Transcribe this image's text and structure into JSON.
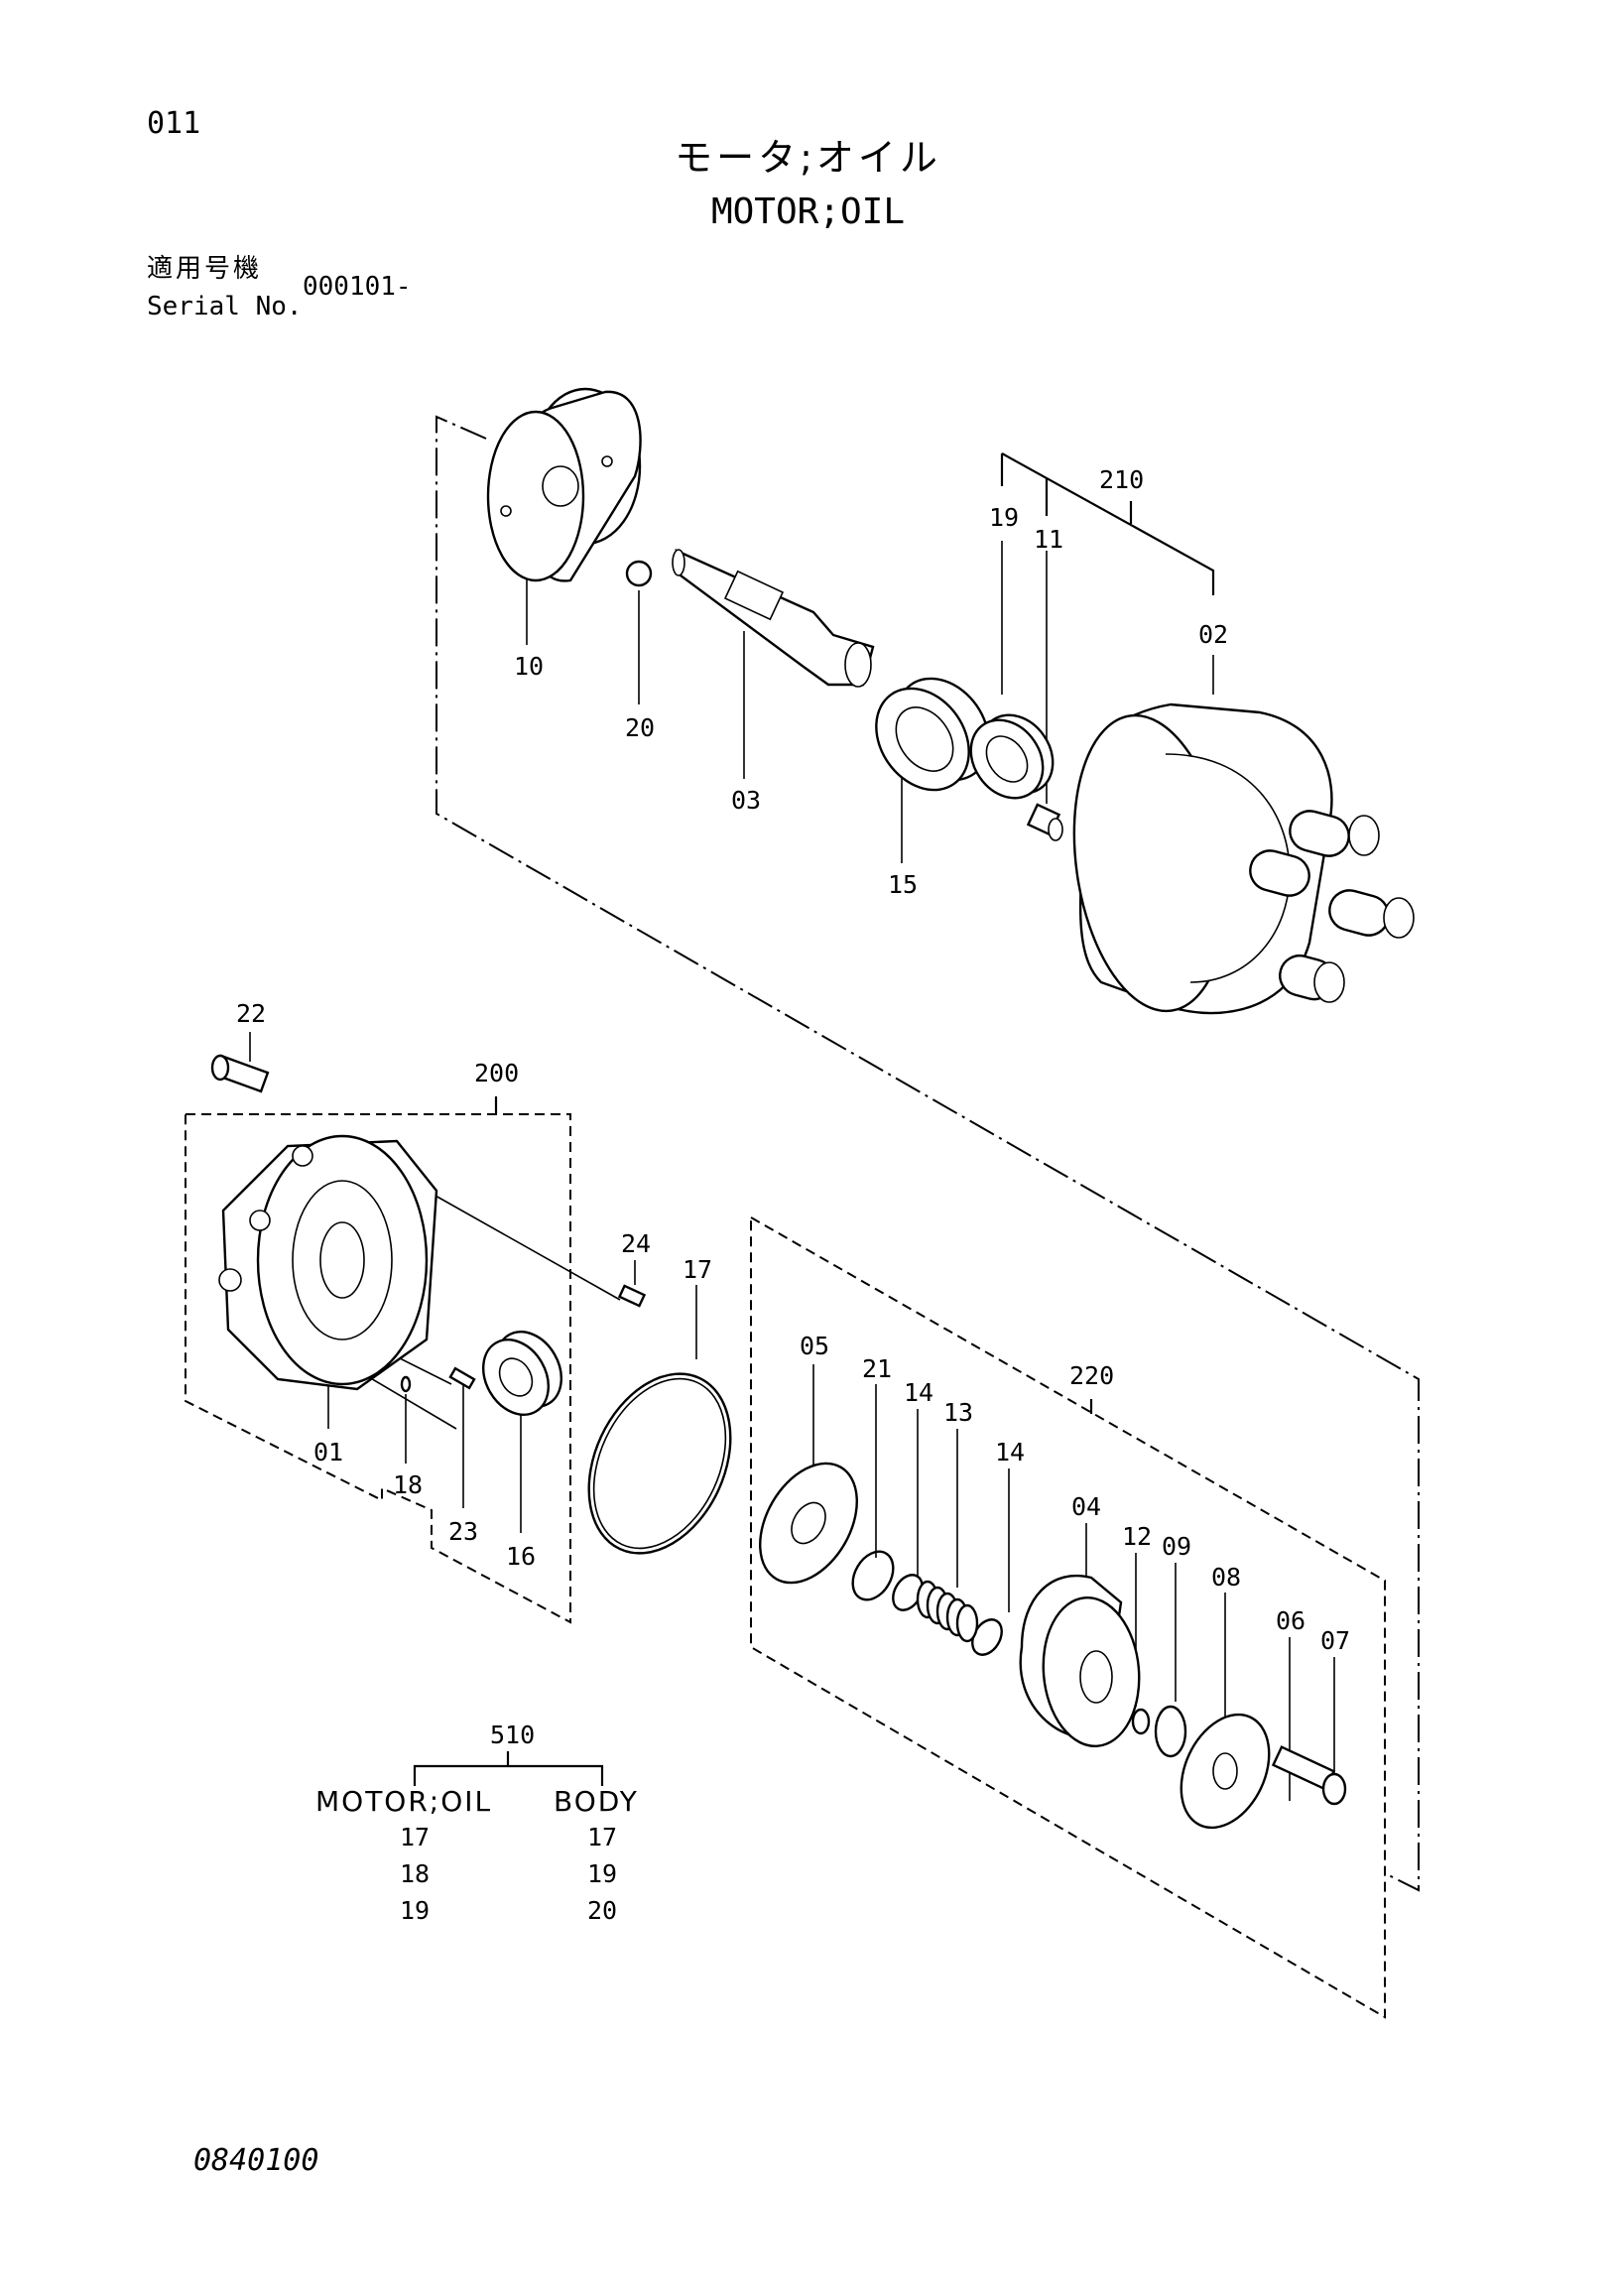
{
  "header": {
    "page_number": "011",
    "title_jp": "モータ;オイル",
    "title_en": "MOTOR;OIL",
    "serial_label_jp": "適用号機",
    "serial_label_en": "Serial No.",
    "serial_value": "000101-"
  },
  "parts": [
    {
      "name": "part-10",
      "label": "10"
    },
    {
      "name": "part-20",
      "label": "20"
    },
    {
      "name": "part-03",
      "label": "03"
    },
    {
      "name": "part-15",
      "label": "15"
    },
    {
      "name": "part-19",
      "label": "19"
    },
    {
      "name": "part-11",
      "label": "11"
    },
    {
      "name": "part-210",
      "label": "210"
    },
    {
      "name": "part-02",
      "label": "02"
    },
    {
      "name": "part-22",
      "label": "22"
    },
    {
      "name": "part-200",
      "label": "200"
    },
    {
      "name": "part-24",
      "label": "24"
    },
    {
      "name": "part-17",
      "label": "17"
    },
    {
      "name": "part-01",
      "label": "01"
    },
    {
      "name": "part-18",
      "label": "18"
    },
    {
      "name": "part-23",
      "label": "23"
    },
    {
      "name": "part-16",
      "label": "16"
    },
    {
      "name": "part-05",
      "label": "05"
    },
    {
      "name": "part-21",
      "label": "21"
    },
    {
      "name": "part-14a",
      "label": "14"
    },
    {
      "name": "part-13",
      "label": "13"
    },
    {
      "name": "part-14b",
      "label": "14"
    },
    {
      "name": "part-220",
      "label": "220"
    },
    {
      "name": "part-04",
      "label": "04"
    },
    {
      "name": "part-12",
      "label": "12"
    },
    {
      "name": "part-09",
      "label": "09"
    },
    {
      "name": "part-08",
      "label": "08"
    },
    {
      "name": "part-06",
      "label": "06"
    },
    {
      "name": "part-07",
      "label": "07"
    }
  ],
  "kit_table": {
    "number": "510",
    "columns": [
      "MOTOR;OIL",
      "BODY"
    ],
    "rows": [
      [
        "17",
        "17"
      ],
      [
        "18",
        "19"
      ],
      [
        "19",
        "20"
      ]
    ]
  },
  "footer": {
    "doc_code": "0840100"
  }
}
